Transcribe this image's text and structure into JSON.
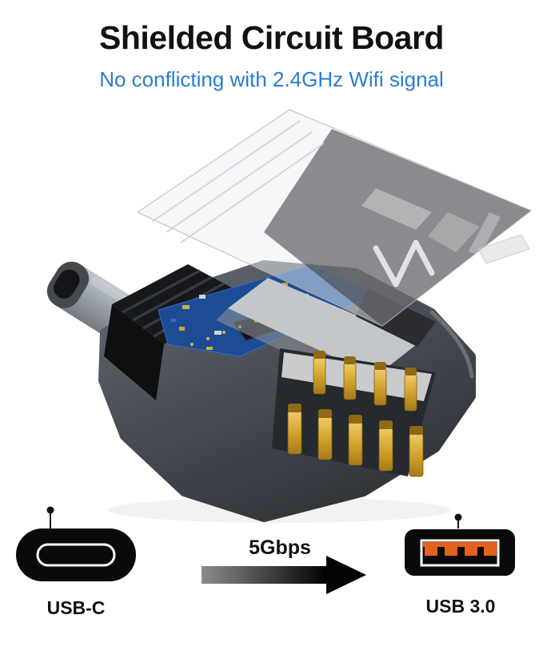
{
  "header": {
    "title": "Shielded Circuit Board",
    "subtitle": "No conflicting with 2.4GHz Wifi signal"
  },
  "diagram": {
    "speed_label": "5Gbps",
    "connectors": {
      "left": {
        "label": "USB-C",
        "icon": "usb-c-port-icon"
      },
      "right": {
        "label": "USB 3.0",
        "icon": "usb-a-port-icon"
      }
    },
    "arrow_icon": "arrow-right-icon"
  },
  "colors": {
    "subtitle_blue": "#2b7cd0",
    "contact_orange": "#e4611e",
    "pcb_blue": "#1c4c94",
    "gold": "#d8a92e",
    "body_gray": "#4a4e55"
  }
}
